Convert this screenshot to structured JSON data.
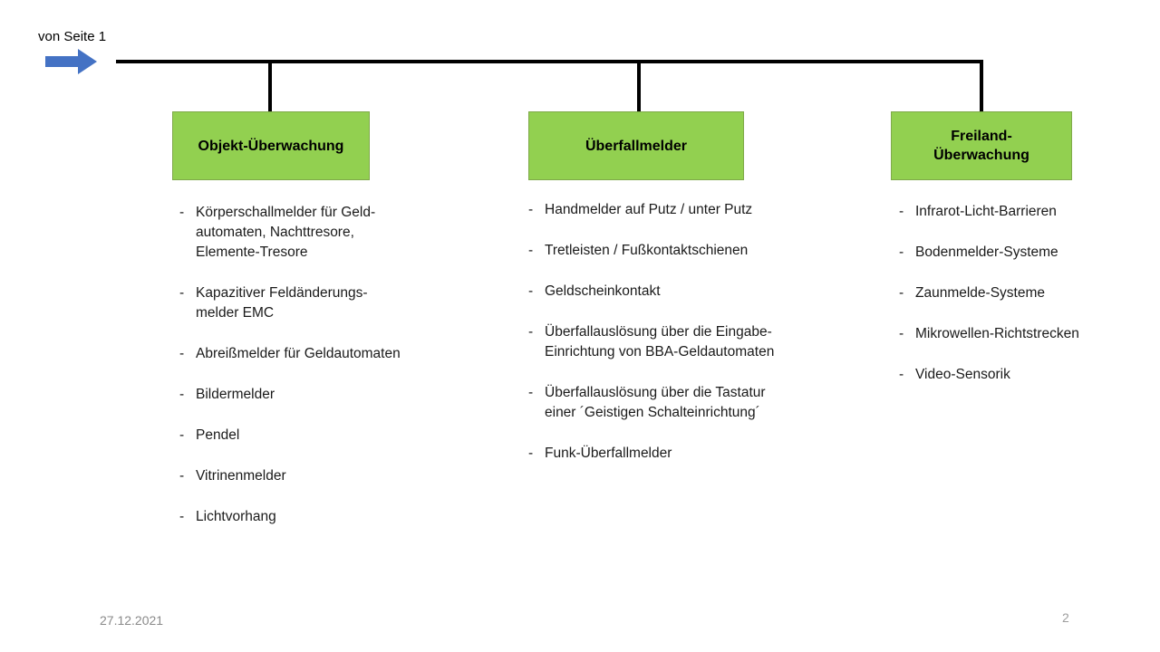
{
  "slide": {
    "incoming": {
      "label": "von Seite 1",
      "arrow_icon": "right-arrow-icon",
      "arrow_color": "#4472C4"
    },
    "footer": {
      "date": "27.12.2021",
      "page_number": "2"
    },
    "theme": {
      "node_fill": "#92D050",
      "node_border": "#7FA94A",
      "connector_color": "#000000",
      "footer_text_color": "#8A8A8A"
    },
    "nodes": [
      {
        "id": "objekt-ueberwachung",
        "title_lines": [
          "Objekt-Überwachung"
        ],
        "items": [
          "Körperschallmelder für Geld-\nautomaten, Nachttresore,\nElemente-Tresore",
          "Kapazitiver Feldänderungs-\nmelder EMC",
          " Abreißmelder für Geldautomaten",
          "Bildermelder",
          "Pendel",
          "Vitrinenmelder",
          "Lichtvorhang"
        ]
      },
      {
        "id": "ueberfallmelder",
        "title_lines": [
          "Überfallmelder"
        ],
        "items": [
          "Handmelder auf Putz / unter Putz",
          "Tretleisten / Fußkontaktschienen",
          "Geldscheinkontakt",
          "Überfallauslösung über die Eingabe-\n Einrichtung  von BBA-Geldautomaten",
          "Überfallauslösung über die Tastatur\n einer ´Geistigen Schalteinrichtung´",
          "Funk-Überfallmelder"
        ]
      },
      {
        "id": "freiland-ueberwachung",
        "title_lines": [
          "Freiland-",
          "Überwachung"
        ],
        "items": [
          "Infrarot-Licht-Barrieren",
          "Bodenmelder-Systeme",
          "Zaunmelde-Systeme",
          "Mikrowellen-Richtstrecken",
          "Video-Sensorik"
        ]
      }
    ],
    "bullet_marker": "-"
  }
}
